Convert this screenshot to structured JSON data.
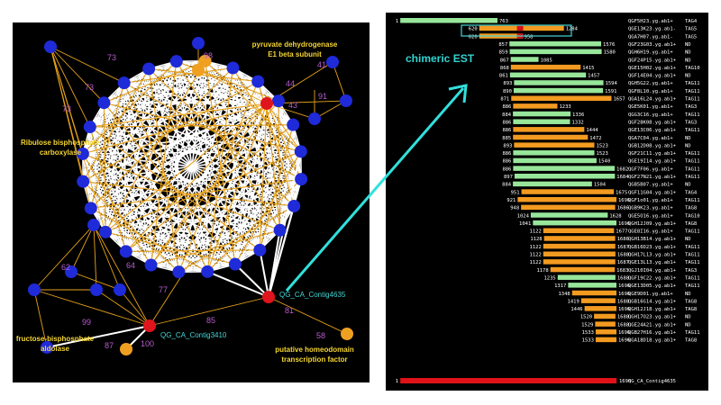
{
  "network": {
    "labels": {
      "pyruvate": "pyruvate dehydrogenase\nE1 beta subunit",
      "ribulose": "Ribulose bisphosphate\ncarboxylase",
      "fructose": "fructose-bisphosphate\naldolase",
      "homeodomain": "putative homeodomain\ntranscription factor",
      "contig3410": "QG_CA_Contig3410",
      "contig4635": "QG_CA_Contig4635"
    },
    "edge_weights": [
      "73",
      "73",
      "73",
      "98",
      "44",
      "41",
      "91",
      "43",
      "62",
      "64",
      "77",
      "99",
      "100",
      "87",
      "85",
      "81",
      "58"
    ]
  },
  "chimeric_label": "chimeric EST",
  "est_rows": [
    {
      "start": "1",
      "end": "763",
      "id": "QGF5H23.yg.ab1+",
      "tag": "TAG4"
    },
    {
      "start": "620",
      "end": "1284",
      "id": "QGE13K23.yg.ab1-",
      "tag": "TAG5"
    },
    {
      "start": "620",
      "end": "958",
      "id": "QGA7H07.yg.ab1-",
      "tag": "TAG5"
    },
    {
      "start": "857",
      "end": "1576",
      "id": "QGF23G03.yg.ab1+",
      "tag": "ND"
    },
    {
      "start": "859",
      "end": "1580",
      "id": "QGH6H19.yg.ab1+",
      "tag": "ND"
    },
    {
      "start": "867",
      "end": "1085",
      "id": "QGF24P15.yg.ab1+",
      "tag": "ND"
    },
    {
      "start": "868",
      "end": "1415",
      "id": "QGE15H02.yg.ab1+",
      "tag": "TAG10"
    },
    {
      "start": "861",
      "end": "1457",
      "id": "QGF14E04.yg.ab1+",
      "tag": "ND"
    },
    {
      "start": "893",
      "end": "1594",
      "id": "QGH5G22.yg.ab1+",
      "tag": "TAG11"
    },
    {
      "start": "890",
      "end": "1591",
      "id": "QGF8L10.yg.ab1+",
      "tag": "TAG11"
    },
    {
      "start": "871",
      "end": "1657",
      "id": "QGA16L24.yg.ab1+",
      "tag": "TAG11"
    },
    {
      "start": "886",
      "end": "1233",
      "id": "QGE5K01.yg.ab1+",
      "tag": "TAG3"
    },
    {
      "start": "884",
      "end": "1336",
      "id": "QGG3C16.yg.ab1+",
      "tag": "TAG11"
    },
    {
      "start": "886",
      "end": "1332",
      "id": "QGF28K08.yg.ab1+",
      "tag": "TAG3"
    },
    {
      "start": "886",
      "end": "1444",
      "id": "QGE13C06.yg.ab1+",
      "tag": "TAG11"
    },
    {
      "start": "885",
      "end": "1472",
      "id": "QGA7C04.yg.ab1+",
      "tag": "ND"
    },
    {
      "start": "893",
      "end": "1523",
      "id": "QGB12D08.yg.ab1+",
      "tag": "ND"
    },
    {
      "start": "886",
      "end": "1523",
      "id": "QGF21C11.yg.ab1+",
      "tag": "TAG11"
    },
    {
      "start": "886",
      "end": "1540",
      "id": "QGE19I14.yg.ab1+",
      "tag": "TAG11"
    },
    {
      "start": "886",
      "end": "1682",
      "id": "QGF7F06.yg.ab1+",
      "tag": "TAG11"
    },
    {
      "start": "897",
      "end": "1684",
      "id": "QGF27N21.yg.ab1+",
      "tag": "TAG11"
    },
    {
      "start": "884",
      "end": "1504",
      "id": "QGB5B07.yg.ab1+",
      "tag": "ND"
    },
    {
      "start": "951",
      "end": "1675",
      "id": "QGF11G04.yg.ab1+",
      "tag": "TAG4"
    },
    {
      "start": "921",
      "end": "1696",
      "id": "QGF1o01.yg.ab1+",
      "tag": "TAG11"
    },
    {
      "start": "948",
      "end": "1686",
      "id": "QGB9K23.yg.ab1+",
      "tag": "TAG8"
    },
    {
      "start": "1024",
      "end": "1628",
      "id": "QGE5O16.yg.ab1+",
      "tag": "TAG10"
    },
    {
      "start": "1041",
      "end": "1696",
      "id": "QGH12J09.yg.ab1+",
      "tag": "TAG8"
    },
    {
      "start": "1122",
      "end": "1677",
      "id": "QGE8I16.yg.ab1+",
      "tag": "TAG11"
    },
    {
      "start": "1128",
      "end": "1686",
      "id": "QGH13B14.yg.ab1+",
      "tag": "ND"
    },
    {
      "start": "1122",
      "end": "1687",
      "id": "QGB16D23.yg.ab1+",
      "tag": "TAG11"
    },
    {
      "start": "1122",
      "end": "1688",
      "id": "QGH17L13.yg.ab1+",
      "tag": "TAG11"
    },
    {
      "start": "1122",
      "end": "1687",
      "id": "QGE13L13.yg.ab1+",
      "tag": "TAG11"
    },
    {
      "start": "1178",
      "end": "1683",
      "id": "QGJ10I04.yg.ab1+",
      "tag": "TAG3"
    },
    {
      "start": "1235",
      "end": "1688",
      "id": "QGF19C22.yg.ab1+",
      "tag": "TAG11"
    },
    {
      "start": "1317",
      "end": "1696",
      "id": "QGE13D05.yg.ab1+",
      "tag": "TAG11"
    },
    {
      "start": "1348",
      "end": "1696",
      "id": "QGE9D01.yg.ab1+",
      "tag": "ND"
    },
    {
      "start": "1419",
      "end": "1688",
      "id": "QGB16G14.yg.ab1+",
      "tag": "TAG8"
    },
    {
      "start": "1446",
      "end": "1696",
      "id": "QGH12J18.yg.ab1+",
      "tag": "TAG8"
    },
    {
      "start": "1520",
      "end": "1688",
      "id": "QGH17O23.yg.ab1+",
      "tag": "ND"
    },
    {
      "start": "1529",
      "end": "1688",
      "id": "QGE24A21.yg.ab1+",
      "tag": "ND"
    },
    {
      "start": "1533",
      "end": "1696",
      "id": "QGB27H16.yg.ab1+",
      "tag": "TAG11"
    },
    {
      "start": "1533",
      "end": "1696",
      "id": "QGA18D18.yg.ab1+",
      "tag": "TAG8"
    }
  ],
  "contig_row": {
    "start": "1",
    "end": "1696",
    "id": "QG_CA_Contig4635"
  }
}
